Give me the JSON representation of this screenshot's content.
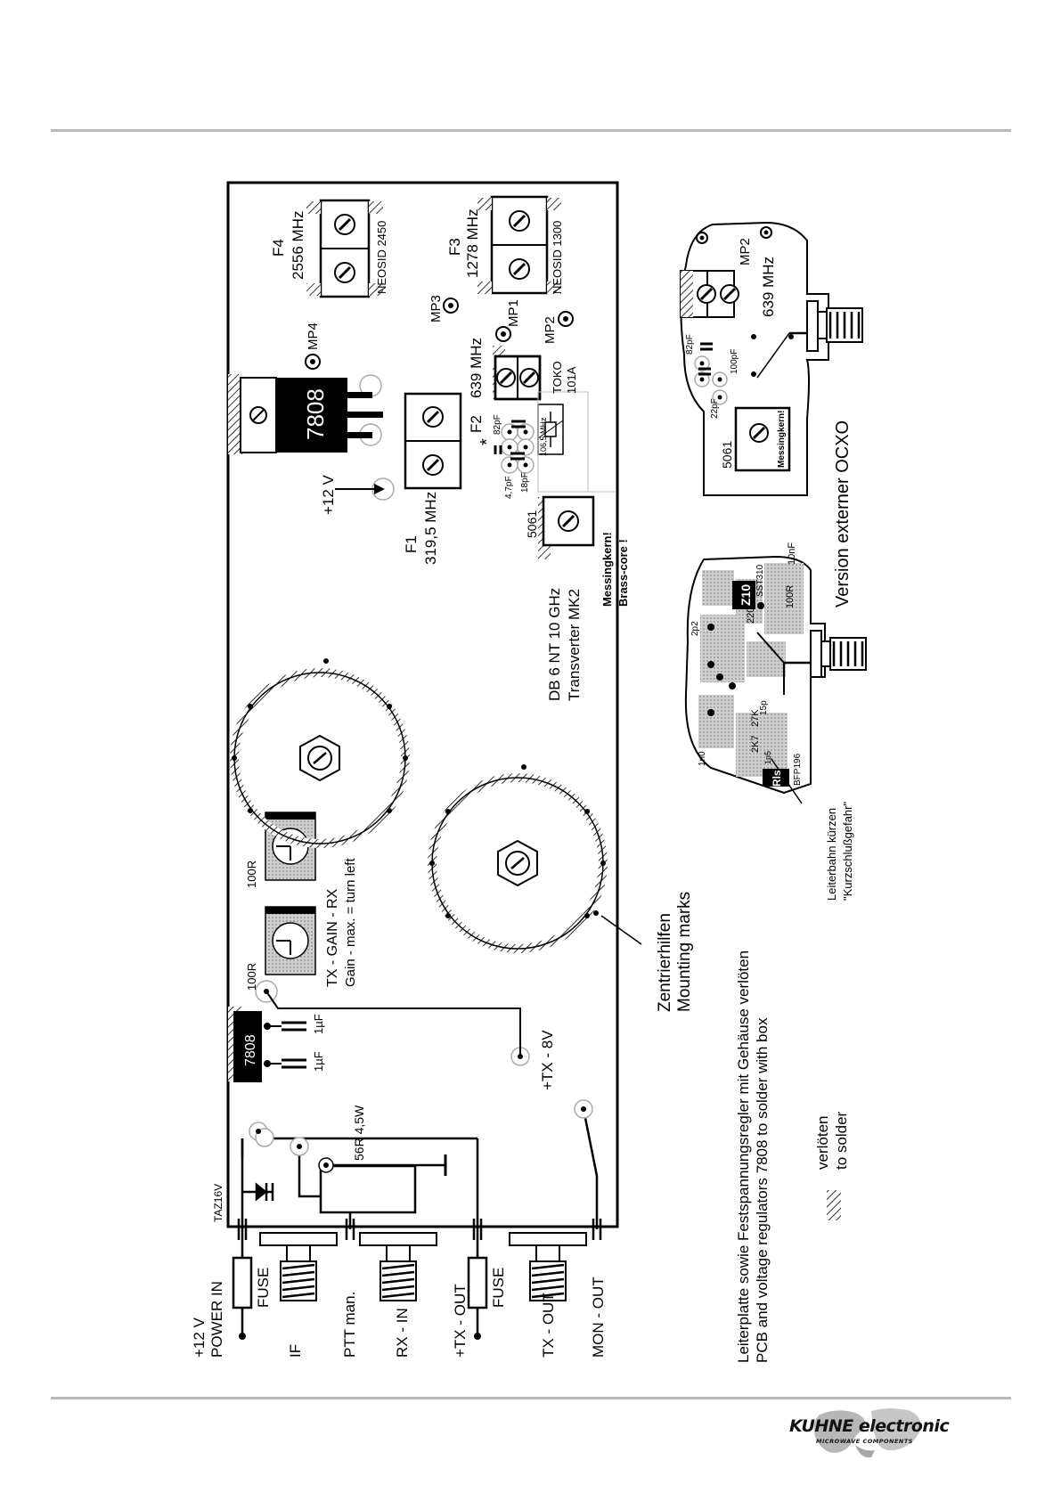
{
  "connectors": {
    "power_in_1": "+12 V",
    "power_in_2": "POWER IN",
    "fuse_1": "FUSE",
    "if": "IF",
    "ptt": "PTT man.",
    "rx_in": "RX - IN",
    "tx_out_plus": "+TX - OUT",
    "fuse_2": "FUSE",
    "tx_out": "TX - OUT",
    "mon_out": "MON - OUT"
  },
  "components": {
    "taz": "TAZ16V",
    "resistor": "56R 4,5W",
    "reg_small": "7808",
    "reg_big": "7808",
    "cap_1": "1µF",
    "cap_2": "1µF",
    "trim_1": "100R",
    "trim_2": "100R",
    "plus_12v": "+12 V",
    "tx_8v": "+TX - 8V",
    "gain_1": "TX - GAIN - RX",
    "gain_2": "Gain - max. = turn left",
    "mounting_1": "Zentrierhilfen",
    "mounting_2": "Mounting marks",
    "title_1": "DB 6 NT 10 GHz",
    "title_2": "Transverter MK2",
    "messing_1": "Messingkern!",
    "messing_2": "Brass-core !",
    "c_47pf": "4,7pF",
    "c_18pf": "18pF",
    "c_82pf": "82pF",
    "star": "*",
    "crystal": "106,5 MHz",
    "toko_1": "TOKO",
    "toko_2": "101A",
    "f1_name": "F1",
    "f1_freq": "319,5 MHz",
    "f2_name": "F2",
    "f2_freq": "639 MHz",
    "f3_name": "F3",
    "f3_freq": "1278 MHz",
    "f3_type": "NEOSID 1300",
    "f4_name": "F4",
    "f4_freq": "2556 MHz",
    "f4_type": "NEOSID 2450",
    "coil_5061": "5061",
    "mp1": "MP1",
    "mp2": "MP2",
    "mp3": "MP3",
    "mp4": "MP4"
  },
  "notes": {
    "note_1": "Leiterplatte sowie Festspannungsregler mit Gehäuse verlöten",
    "note_2": "PCB and voltage regulators 7808 to solder with box",
    "legend_1": "verlöten",
    "legend_2": "to solder"
  },
  "detail_left": {
    "r_2k7": "2K7",
    "r_27k": "27K",
    "c_15p": "15p",
    "c_2p2": "2p2",
    "r_220r": "220R",
    "r_100r": "100R",
    "c_10nf": "10nF",
    "z10": "Z10",
    "sst": "SST310",
    "rls": "Rls",
    "bfp": "BFP196",
    "c_1n0": "1n0",
    "c_1p5": "1p5",
    "cut_1": "Leiterbahn kürzen",
    "cut_2": "\"Kurzschlußgefahr\""
  },
  "detail_right": {
    "coil": "5061",
    "messing": "Messingkern!",
    "c_22pf": "22pF",
    "c_100pf": "100pF",
    "c_82pf": "82pF",
    "freq": "639 MHz",
    "mp2": "MP2",
    "version": "Version  externer OCXO"
  },
  "footer": {
    "brand": "KUHNE electronic",
    "tagline": "MICROWAVE COMPONENTS"
  }
}
